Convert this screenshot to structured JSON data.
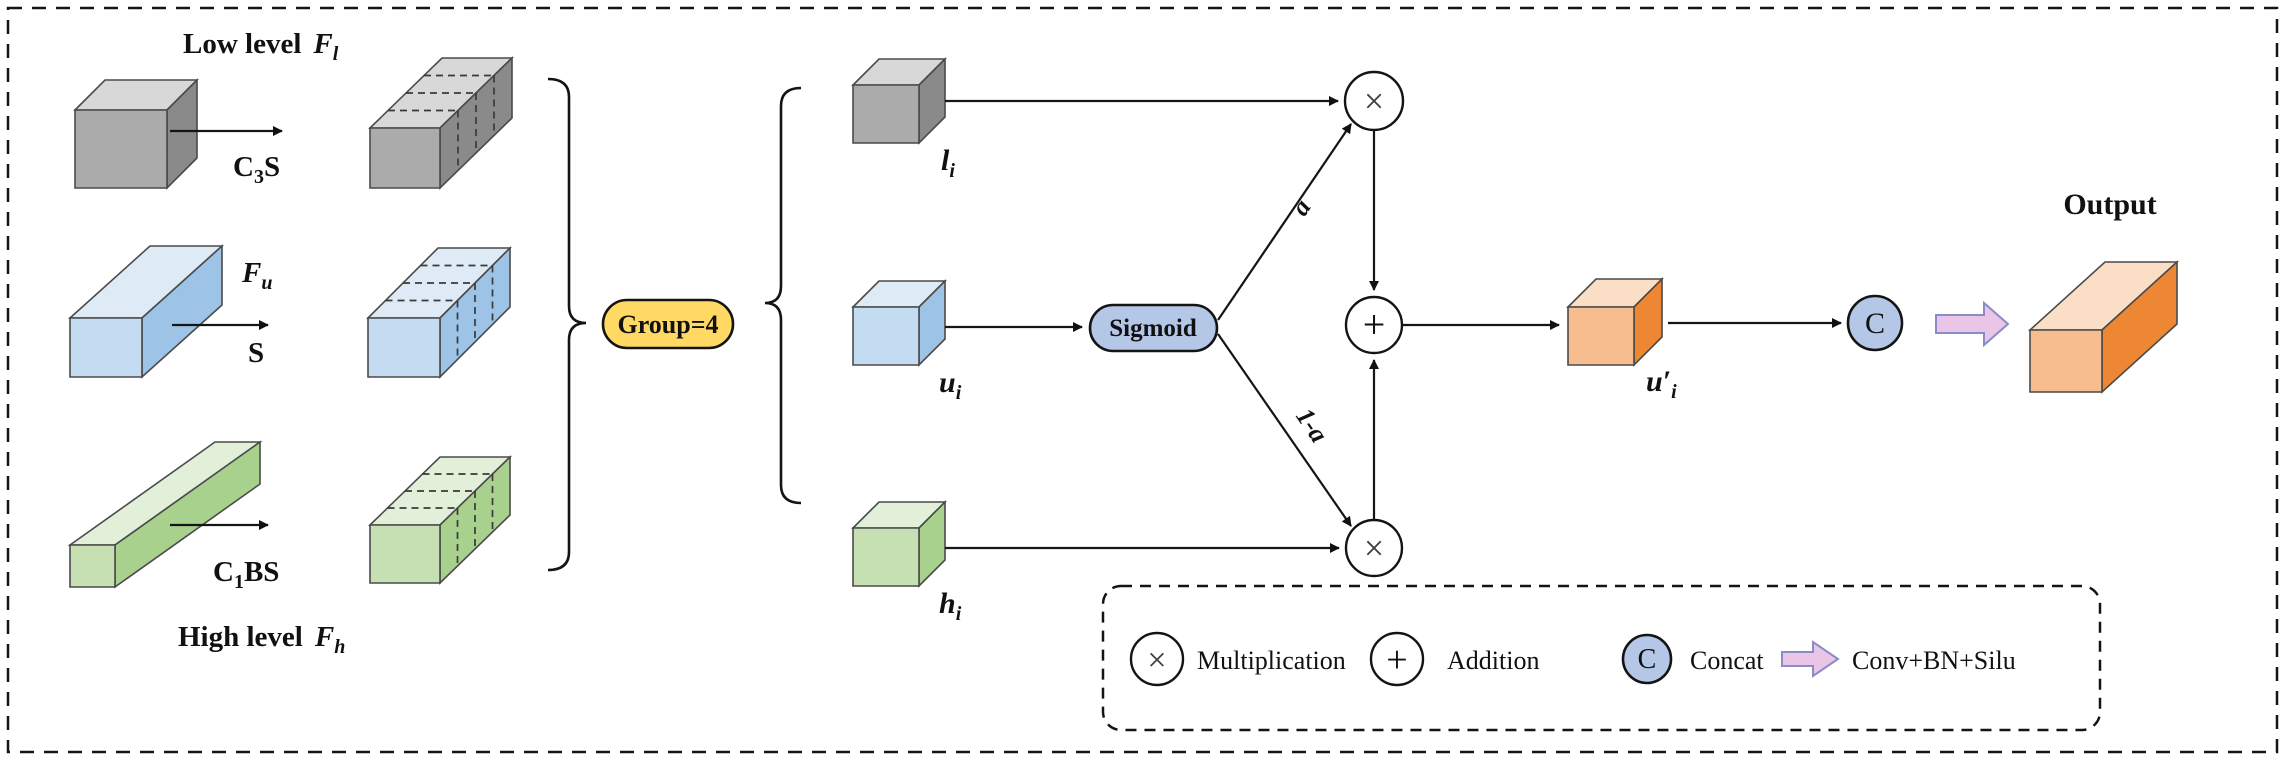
{
  "labels": {
    "low_level": "Low level",
    "F": "F",
    "low_sub": "l",
    "c3s_c": "C",
    "c3s_sub": "3",
    "c3s_rest": "S",
    "fu_sub": "u",
    "s": "S",
    "c1bs_c": "C",
    "c1bs_sub": "1",
    "c1bs_rest": "BS",
    "high_level": "High level",
    "high_sub": "h",
    "group": "Group=4",
    "l": "l",
    "u": "u",
    "h": "h",
    "sub_i": "i",
    "sigmoid": "Sigmoid",
    "a": "a",
    "one_minus_a": "1-a",
    "u_prime": "u′",
    "concat_c": "C",
    "output": "Output"
  },
  "icons": {
    "multiply": "×",
    "add": "+"
  },
  "legend": {
    "multiply_glyph": "×",
    "multiplication": "Multiplication",
    "add_glyph": "+",
    "addition": "Addition",
    "concat_glyph": "C",
    "concat": "Concat",
    "conv_bn_silu": "Conv+BN+Silu"
  },
  "colors": {
    "gray_top": "#D8D8D8",
    "gray_front": "#ABABAB",
    "gray_side": "#8A8A8A",
    "blue_top": "#DEEBF7",
    "blue_front": "#C3DCF1",
    "blue_side": "#9DC3E6",
    "green_top": "#E2F0DA",
    "green_front": "#C6E0B4",
    "green_side": "#A9D18E",
    "orange_top": "#FBDEC6",
    "orange_front": "#F7BD8F",
    "orange_side": "#ED8733",
    "group_fill": "#FFD964",
    "sigmoid_fill": "#B4C7E7",
    "concat_fill": "#B4C7E7",
    "pink_fill": "#E9C5E8"
  }
}
